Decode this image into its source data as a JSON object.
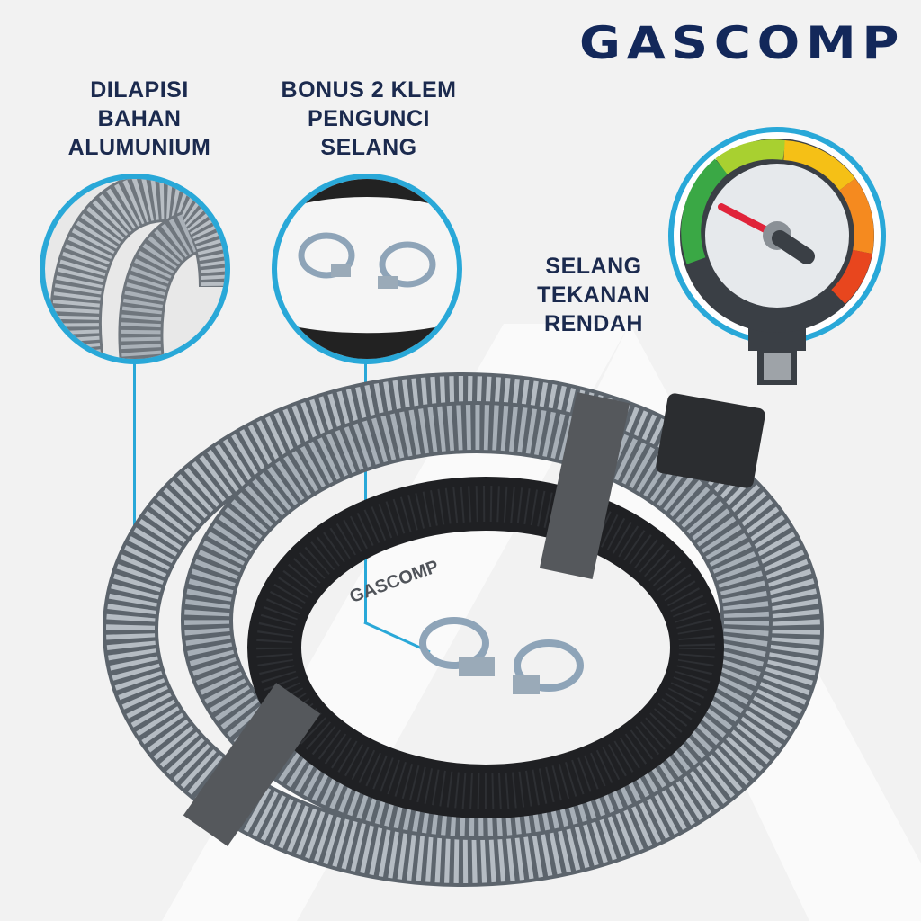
{
  "brand": {
    "logo_text": "GASCOMP"
  },
  "features": [
    {
      "label": "DILAPISI\nBAHAN\nALUMUNIUM"
    },
    {
      "label": "BONUS  2 KLEM\nPENGUNCI\nSELANG"
    },
    {
      "label": "SELANG\nTEKANAN\nRENDAH"
    }
  ],
  "hose_print": "GASCOMP",
  "colors": {
    "navy": "#13285a",
    "accent": "#29a8d8",
    "background": "#f2f2f2"
  }
}
